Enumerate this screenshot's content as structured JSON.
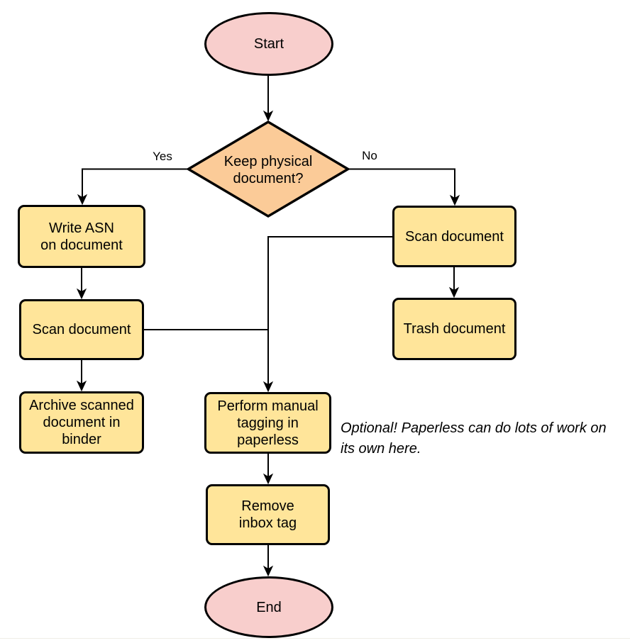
{
  "diagram": {
    "type": "flowchart",
    "background": "#ffffff"
  },
  "colors": {
    "terminator_fill": "#f8cecc",
    "decision_fill": "#fbcb98",
    "process_fill": "#ffe59a",
    "stroke": "#000000",
    "bottom_divider": "#efede7"
  },
  "nodes": {
    "start": {
      "label": "Start",
      "type": "terminator"
    },
    "decision": {
      "label": "Keep physical\ndocument?",
      "type": "decision"
    },
    "write_asn": {
      "label": "Write ASN\non document",
      "type": "process"
    },
    "scan_left": {
      "label": "Scan document",
      "type": "process"
    },
    "archive": {
      "label": "Archive scanned\ndocument in\nbinder",
      "type": "process"
    },
    "scan_right": {
      "label": "Scan document",
      "type": "process"
    },
    "trash": {
      "label": "Trash document",
      "type": "process"
    },
    "tagging": {
      "label": "Perform manual\ntagging in\npaperless",
      "type": "process"
    },
    "remove_inbox": {
      "label": "Remove\ninbox tag",
      "type": "process"
    },
    "end": {
      "label": "End",
      "type": "terminator"
    }
  },
  "edge_labels": {
    "yes": "Yes",
    "no": "No"
  },
  "annotation": "Optional! Paperless can do lots of work on\nits own here."
}
